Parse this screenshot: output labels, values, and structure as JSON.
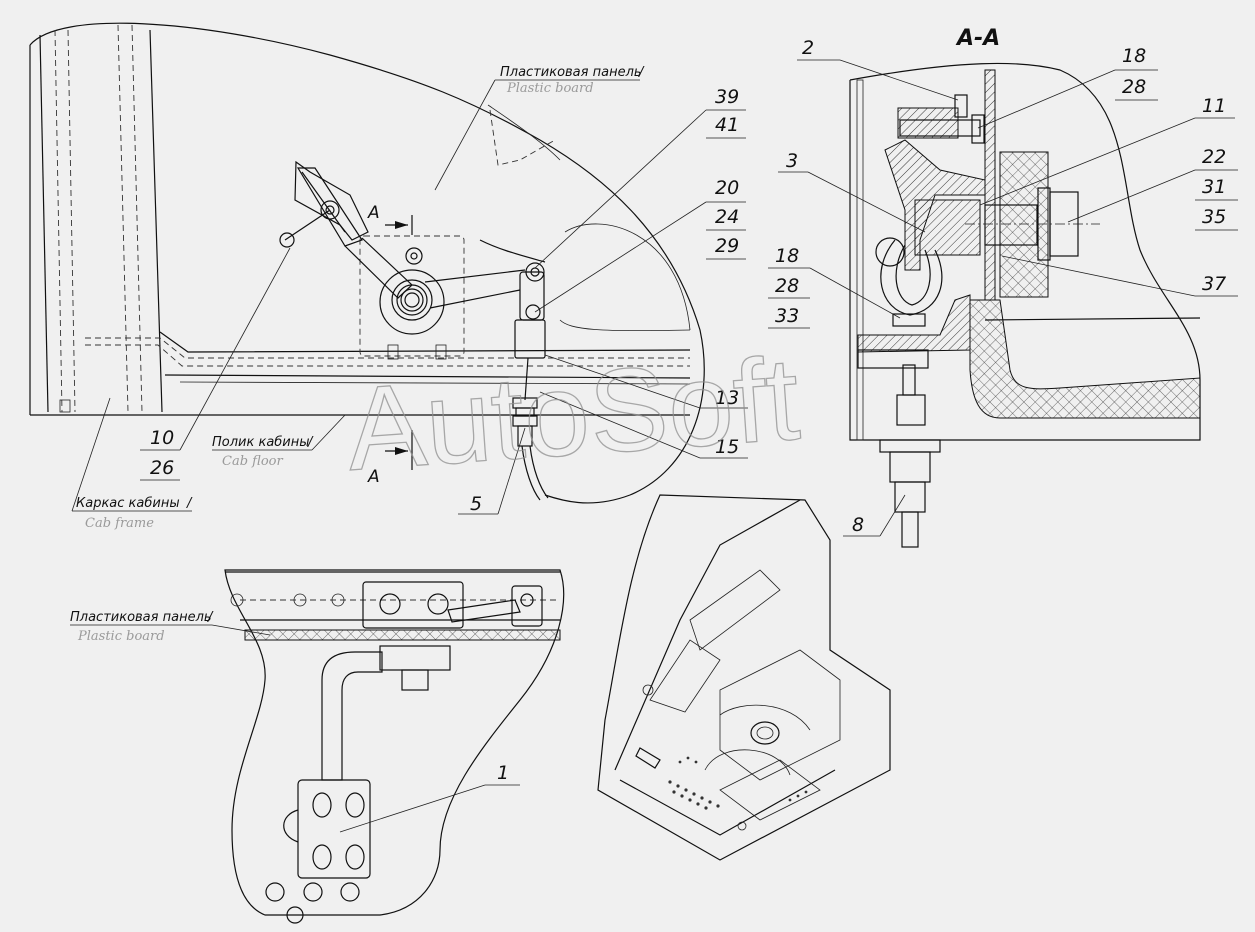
{
  "section_title": "A-A",
  "section_marker": "A",
  "watermark": "AutoSoft",
  "captions": {
    "plastic_board_ru": "Пластиковая панель",
    "plastic_board_en": "Plastic board",
    "cab_floor_ru": "Полик кабины",
    "cab_floor_en": "Cab floor",
    "cab_frame_ru": "Каркас кабины",
    "cab_frame_en": "Cab frame",
    "plastic_board2_ru": "Пластиковая панель",
    "plastic_board2_en": "Plastic board",
    "separator": "/"
  },
  "callouts": {
    "c39": "39",
    "c41": "41",
    "c20": "20",
    "c24": "24",
    "c29": "29",
    "c13": "13",
    "c15": "15",
    "c5": "5",
    "c10": "10",
    "c26": "26",
    "c1": "1",
    "c2": "2",
    "c3": "3",
    "c18a": "18",
    "c28a": "28",
    "c11": "11",
    "c22": "22",
    "c31": "31",
    "c35": "35",
    "c37": "37",
    "c18b": "18",
    "c28b": "28",
    "c33": "33",
    "c8": "8"
  }
}
